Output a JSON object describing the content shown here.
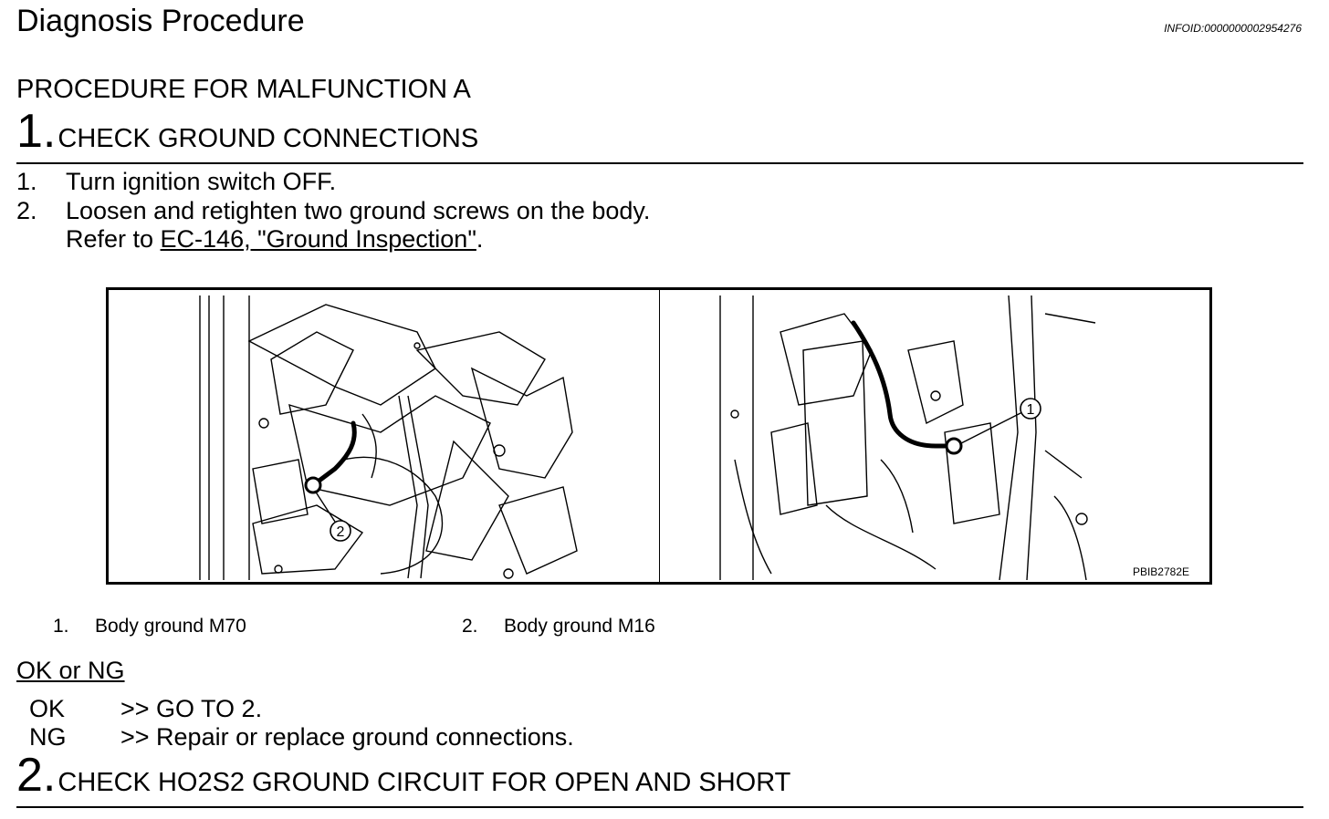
{
  "header": {
    "title": "Diagnosis Procedure",
    "infoid": "INFOID:0000000002954276"
  },
  "procedure_title": "PROCEDURE FOR MALFUNCTION A",
  "step1": {
    "number": "1.",
    "title": "CHECK GROUND CONNECTIONS",
    "items": [
      {
        "num": "1.",
        "text": "Turn ignition switch OFF."
      },
      {
        "num": "2.",
        "text": "Loosen and retighten two ground screws on the body."
      }
    ],
    "refer_prefix": "Refer to ",
    "refer_link": "EC-146, \"Ground Inspection\"",
    "refer_suffix": "."
  },
  "figure": {
    "code": "PBIB2782E",
    "callout_1": "1",
    "callout_2": "2"
  },
  "captions": [
    {
      "num": "1.",
      "text": "Body ground M70"
    },
    {
      "num": "2.",
      "text": "Body ground M16"
    }
  ],
  "ok_ng": {
    "heading": "OK or NG",
    "ok_code": "OK",
    "ok_text": ">> GO TO 2.",
    "ng_code": "NG",
    "ng_text": ">> Repair or replace ground connections."
  },
  "step2": {
    "number": "2.",
    "title": "CHECK HO2S2 GROUND CIRCUIT FOR OPEN AND SHORT"
  }
}
